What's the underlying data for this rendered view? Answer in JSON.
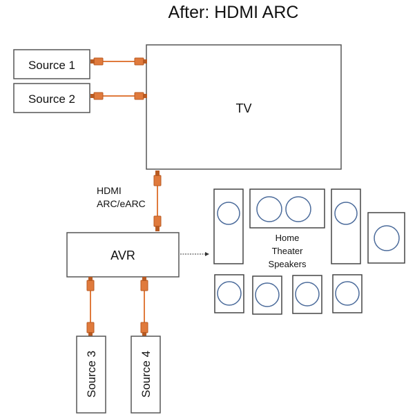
{
  "title": "After: HDMI ARC",
  "devices": {
    "source1": "Source 1",
    "source2": "Source 2",
    "source3": "Source 3",
    "source4": "Source 4",
    "tv": "TV",
    "avr": "AVR"
  },
  "connection_label": {
    "line1": "HDMI",
    "line2": "ARC/eARC"
  },
  "speakers_label": {
    "line1": "Home",
    "line2": "Theater",
    "line3": "Speakers"
  },
  "colors": {
    "cable": "#e07a3c",
    "cable_dark": "#b85a22",
    "box_stroke": "#555555",
    "speaker_circle": "#4a6a9a"
  }
}
